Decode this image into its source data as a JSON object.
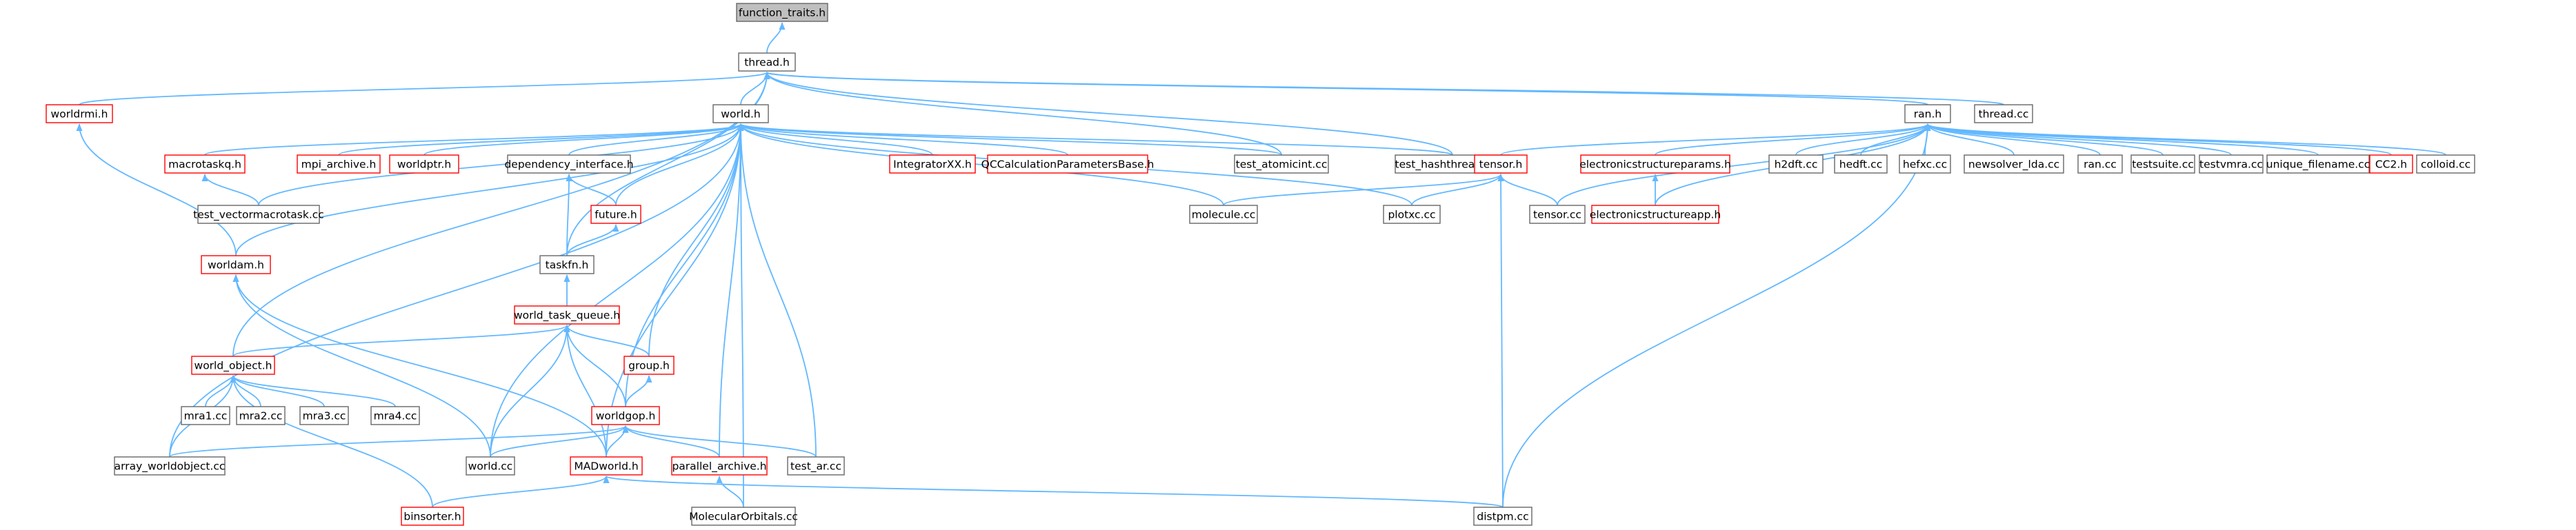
{
  "colors": {
    "edge": "#63b8ff",
    "default_border": "#666666",
    "red_border": "#ff0000",
    "root_fill": "#bfbfbf",
    "node_fill": "#ffffff",
    "text": "#000000"
  },
  "nodes": [
    {
      "id": "function_traits_h",
      "label": "function_traits.h",
      "style": "root"
    },
    {
      "id": "thread_h",
      "label": "thread.h",
      "style": "grey"
    },
    {
      "id": "worldrmi_h",
      "label": "worldrmi.h",
      "style": "red"
    },
    {
      "id": "world_h",
      "label": "world.h",
      "style": "grey"
    },
    {
      "id": "ran_h",
      "label": "ran.h",
      "style": "grey"
    },
    {
      "id": "thread_cc",
      "label": "thread.cc",
      "style": "grey"
    },
    {
      "id": "macrotaskq_h",
      "label": "macrotaskq.h",
      "style": "red"
    },
    {
      "id": "mpi_archive_h",
      "label": "mpi_archive.h",
      "style": "red"
    },
    {
      "id": "worldptr_h",
      "label": "worldptr.h",
      "style": "red"
    },
    {
      "id": "dependency_interface_h",
      "label": "dependency_interface.h",
      "style": "grey"
    },
    {
      "id": "test_atomicint_cc",
      "label": "test_atomicint.cc",
      "style": "grey"
    },
    {
      "id": "test_hashthreaded_cc",
      "label": "test_hashthreaded.cc",
      "style": "grey"
    },
    {
      "id": "integratorxx_h",
      "label": "IntegratorXX.h",
      "style": "red"
    },
    {
      "id": "qccalc_h",
      "label": "QCCalculationParametersBase.h",
      "style": "red"
    },
    {
      "id": "tensor_h",
      "label": "tensor.h",
      "style": "red"
    },
    {
      "id": "esparams_h",
      "label": "electronicstructureparams.h",
      "style": "red"
    },
    {
      "id": "h2dft_cc",
      "label": "h2dft.cc",
      "style": "grey"
    },
    {
      "id": "hedft_cc",
      "label": "hedft.cc",
      "style": "grey"
    },
    {
      "id": "hefxc_cc",
      "label": "hefxc.cc",
      "style": "grey"
    },
    {
      "id": "newsolver_lda_cc",
      "label": "newsolver_lda.cc",
      "style": "grey"
    },
    {
      "id": "ran_cc",
      "label": "ran.cc",
      "style": "grey"
    },
    {
      "id": "testsuite_cc",
      "label": "testsuite.cc",
      "style": "grey"
    },
    {
      "id": "testvmra_cc",
      "label": "testvmra.cc",
      "style": "grey"
    },
    {
      "id": "unique_filename_cc",
      "label": "unique_filename.cc",
      "style": "grey"
    },
    {
      "id": "cc2_h",
      "label": "CC2.h",
      "style": "red"
    },
    {
      "id": "colloid_cc",
      "label": "colloid.cc",
      "style": "grey"
    },
    {
      "id": "test_vectormacrotask_cc",
      "label": "test_vectormacrotask.cc",
      "style": "grey"
    },
    {
      "id": "future_h",
      "label": "future.h",
      "style": "red"
    },
    {
      "id": "molecule_cc",
      "label": "molecule.cc",
      "style": "grey"
    },
    {
      "id": "plotxc_cc",
      "label": "plotxc.cc",
      "style": "grey"
    },
    {
      "id": "tensor_cc",
      "label": "tensor.cc",
      "style": "grey"
    },
    {
      "id": "esapp_h",
      "label": "electronicstructureapp.h",
      "style": "red"
    },
    {
      "id": "worldam_h",
      "label": "worldam.h",
      "style": "red"
    },
    {
      "id": "taskfn_h",
      "label": "taskfn.h",
      "style": "grey"
    },
    {
      "id": "world_task_queue_h",
      "label": "world_task_queue.h",
      "style": "red"
    },
    {
      "id": "world_object_h",
      "label": "world_object.h",
      "style": "red"
    },
    {
      "id": "group_h",
      "label": "group.h",
      "style": "red"
    },
    {
      "id": "mra1_cc",
      "label": "mra1.cc",
      "style": "grey"
    },
    {
      "id": "mra2_cc",
      "label": "mra2.cc",
      "style": "grey"
    },
    {
      "id": "mra3_cc",
      "label": "mra3.cc",
      "style": "grey"
    },
    {
      "id": "mra4_cc",
      "label": "mra4.cc",
      "style": "grey"
    },
    {
      "id": "worldgop_h",
      "label": "worldgop.h",
      "style": "red"
    },
    {
      "id": "array_worldobject_cc",
      "label": "array_worldobject.cc",
      "style": "grey"
    },
    {
      "id": "world_cc",
      "label": "world.cc",
      "style": "grey"
    },
    {
      "id": "madworld_h",
      "label": "MADworld.h",
      "style": "red"
    },
    {
      "id": "parallel_archive_h",
      "label": "parallel_archive.h",
      "style": "red"
    },
    {
      "id": "test_ar_cc",
      "label": "test_ar.cc",
      "style": "grey"
    },
    {
      "id": "binsorter_h",
      "label": "binsorter.h",
      "style": "red"
    },
    {
      "id": "molecularorbitals_cc",
      "label": "MolecularOrbitals.cc",
      "style": "grey"
    },
    {
      "id": "distpm_cc",
      "label": "distpm.cc",
      "style": "grey"
    }
  ],
  "edges": [
    [
      "thread_h",
      "function_traits_h"
    ],
    [
      "worldrmi_h",
      "thread_h"
    ],
    [
      "world_h",
      "thread_h"
    ],
    [
      "ran_h",
      "thread_h"
    ],
    [
      "thread_cc",
      "thread_h"
    ],
    [
      "test_atomicint_cc",
      "thread_h"
    ],
    [
      "test_hashthreaded_cc",
      "thread_h"
    ],
    [
      "world_object_h",
      "thread_h"
    ],
    [
      "taskfn_h",
      "thread_h"
    ],
    [
      "worldam_h",
      "worldrmi_h"
    ],
    [
      "macrotaskq_h",
      "world_h"
    ],
    [
      "mpi_archive_h",
      "world_h"
    ],
    [
      "worldptr_h",
      "world_h"
    ],
    [
      "dependency_interface_h",
      "world_h"
    ],
    [
      "test_atomicint_cc",
      "world_h"
    ],
    [
      "test_hashthreaded_cc",
      "world_h"
    ],
    [
      "integratorxx_h",
      "world_h"
    ],
    [
      "qccalc_h",
      "world_h"
    ],
    [
      "test_vectormacrotask_cc",
      "world_h"
    ],
    [
      "future_h",
      "world_h"
    ],
    [
      "molecule_cc",
      "world_h"
    ],
    [
      "plotxc_cc",
      "world_h"
    ],
    [
      "worldam_h",
      "world_h"
    ],
    [
      "group_h",
      "world_h"
    ],
    [
      "worldgop_h",
      "world_h"
    ],
    [
      "array_worldobject_cc",
      "world_h"
    ],
    [
      "world_cc",
      "world_h"
    ],
    [
      "madworld_h",
      "world_h"
    ],
    [
      "parallel_archive_h",
      "world_h"
    ],
    [
      "test_ar_cc",
      "world_h"
    ],
    [
      "molecularorbitals_cc",
      "world_h"
    ],
    [
      "tensor_h",
      "ran_h"
    ],
    [
      "esparams_h",
      "ran_h"
    ],
    [
      "h2dft_cc",
      "ran_h"
    ],
    [
      "hedft_cc",
      "ran_h"
    ],
    [
      "hefxc_cc",
      "ran_h"
    ],
    [
      "newsolver_lda_cc",
      "ran_h"
    ],
    [
      "ran_cc",
      "ran_h"
    ],
    [
      "testsuite_cc",
      "ran_h"
    ],
    [
      "testvmra_cc",
      "ran_h"
    ],
    [
      "unique_filename_cc",
      "ran_h"
    ],
    [
      "cc2_h",
      "ran_h"
    ],
    [
      "colloid_cc",
      "ran_h"
    ],
    [
      "tensor_cc",
      "ran_h"
    ],
    [
      "esapp_h",
      "ran_h"
    ],
    [
      "distpm_cc",
      "ran_h"
    ],
    [
      "test_vectormacrotask_cc",
      "macrotaskq_h"
    ],
    [
      "future_h",
      "dependency_interface_h"
    ],
    [
      "taskfn_h",
      "dependency_interface_h"
    ],
    [
      "taskfn_h",
      "future_h"
    ],
    [
      "molecule_cc",
      "tensor_h"
    ],
    [
      "plotxc_cc",
      "tensor_h"
    ],
    [
      "tensor_cc",
      "tensor_h"
    ],
    [
      "distpm_cc",
      "tensor_h"
    ],
    [
      "esapp_h",
      "esparams_h"
    ],
    [
      "world_cc",
      "worldam_h"
    ],
    [
      "madworld_h",
      "worldam_h"
    ],
    [
      "world_task_queue_h",
      "taskfn_h"
    ],
    [
      "world_object_h",
      "world_task_queue_h"
    ],
    [
      "group_h",
      "world_task_queue_h"
    ],
    [
      "worldgop_h",
      "world_task_queue_h"
    ],
    [
      "world_cc",
      "world_task_queue_h"
    ],
    [
      "madworld_h",
      "world_task_queue_h"
    ],
    [
      "worldgop_h",
      "group_h"
    ],
    [
      "mra1_cc",
      "world_object_h"
    ],
    [
      "mra2_cc",
      "world_object_h"
    ],
    [
      "mra3_cc",
      "world_object_h"
    ],
    [
      "mra4_cc",
      "world_object_h"
    ],
    [
      "array_worldobject_cc",
      "world_object_h"
    ],
    [
      "binsorter_h",
      "world_object_h"
    ],
    [
      "array_worldobject_cc",
      "worldgop_h"
    ],
    [
      "world_cc",
      "worldgop_h"
    ],
    [
      "madworld_h",
      "worldgop_h"
    ],
    [
      "parallel_archive_h",
      "worldgop_h"
    ],
    [
      "test_ar_cc",
      "worldgop_h"
    ],
    [
      "binsorter_h",
      "madworld_h"
    ],
    [
      "distpm_cc",
      "madworld_h"
    ],
    [
      "molecularorbitals_cc",
      "parallel_archive_h"
    ]
  ]
}
